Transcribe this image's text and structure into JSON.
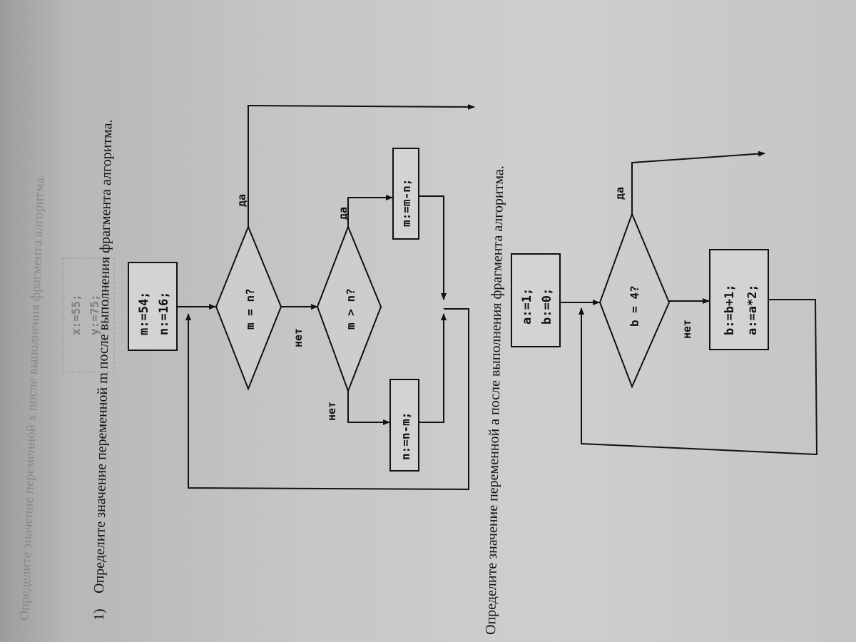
{
  "ghost_text": {
    "line1": "Определите значение переменной x после выполнения фрагмента алгоритма.",
    "line2": "x:=55;",
    "line3": "y:=75;"
  },
  "task1": {
    "number": "1)",
    "question": "Определите значение переменной m после выполнения фрагмента алгоритма.",
    "init": [
      "m:=54;",
      "n:=16;"
    ],
    "cond1": "m = n?",
    "cond2": "m > n?",
    "yes": "да",
    "no": "нет",
    "action_yes": "m:=m-n;",
    "action_no": "n:=n-m;"
  },
  "task2": {
    "question": "Определите значение переменной a после выполнения фрагмента алгоритма.",
    "init": [
      "a:=1;",
      "b:=0;"
    ],
    "cond": "b = 4?",
    "yes": "да",
    "no": "нет",
    "body": [
      "b:=b+1;",
      "a:=a*2;"
    ]
  }
}
